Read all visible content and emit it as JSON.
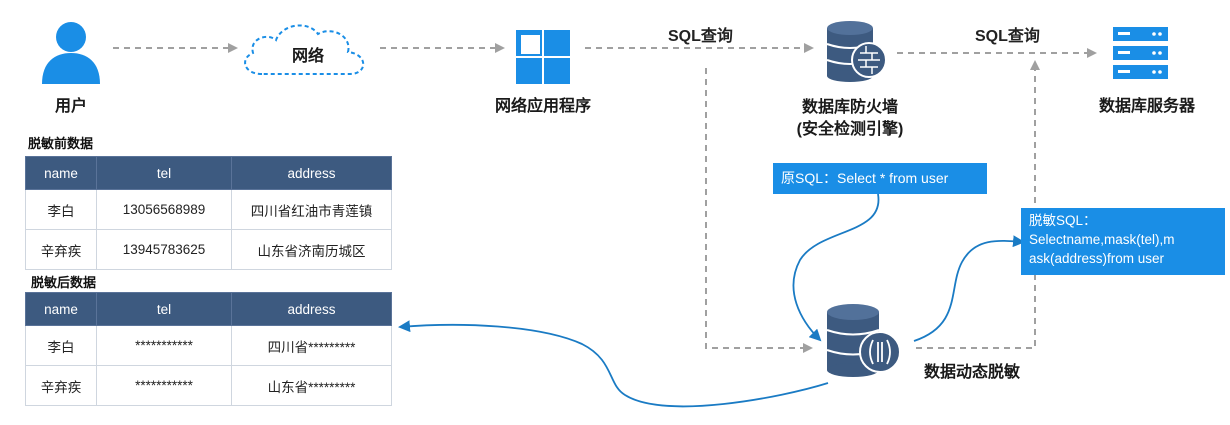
{
  "nodes": {
    "user": "用户",
    "network": "网络",
    "app": "网络应用程序",
    "firewall_line1": "数据库防火墙",
    "firewall_line2": "(安全检测引擎)",
    "server": "数据库服务器",
    "masking": "数据动态脱敏"
  },
  "arrows": {
    "sql_query_1": "SQL查询",
    "sql_query_2": "SQL查询"
  },
  "callouts": {
    "original_sql": "原SQL：Select * from user",
    "masked_sql_line1": "脱敏SQL：",
    "masked_sql_line2": "Selectname,mask(tel),m",
    "masked_sql_line3": "ask(address)from user"
  },
  "before_table": {
    "caption": "脱敏前数据",
    "headers": [
      "name",
      "tel",
      "address"
    ],
    "rows": [
      [
        "李白",
        "13056568989",
        "四川省红油市青莲镇"
      ],
      [
        "辛弃疾",
        "13945783625",
        "山东省济南历城区"
      ]
    ]
  },
  "after_table": {
    "caption": "脱敏后数据",
    "headers": [
      "name",
      "tel",
      "address"
    ],
    "rows": [
      [
        "李白",
        "***********",
        "四川省*********"
      ],
      [
        "辛弃疾",
        "***********",
        "山东省*********"
      ]
    ]
  },
  "colors": {
    "icon_blue": "#1a8ee6",
    "db_navy": "#3d5a80",
    "header_navy": "#3d5a80",
    "dashed_gray": "#a0a0a0",
    "flow_blue": "#1a7bc4"
  }
}
